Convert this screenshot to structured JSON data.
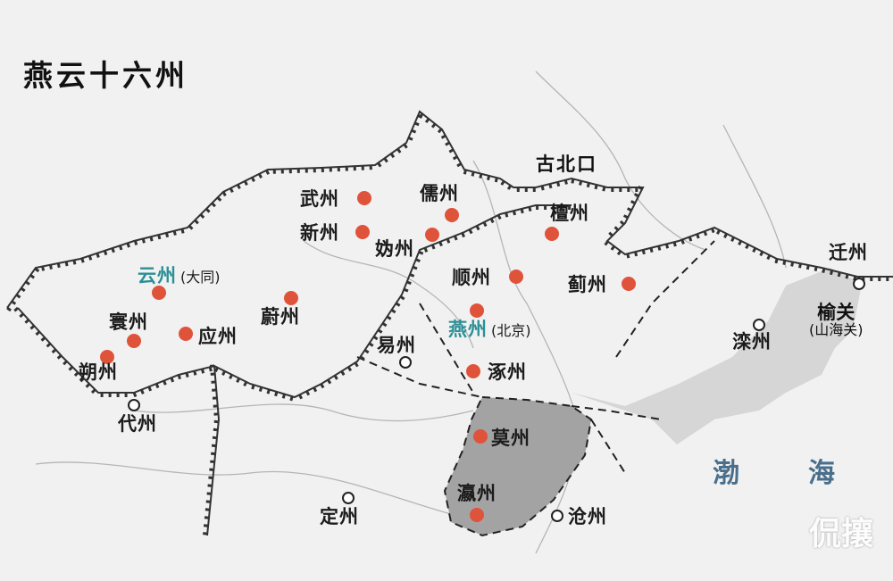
{
  "title": "燕云十六州",
  "colors": {
    "background": "#f1f1f1",
    "prefecture_dot": "#e0533b",
    "highlight_text": "#2b8f95",
    "sea_text": "#4a6f8c",
    "ceded_area": "#9e9e9e",
    "plain_area": "#cdcdcd",
    "great_wall": "#333333"
  },
  "pass": {
    "name": "古北口"
  },
  "sea": {
    "part1": "渤",
    "part2": "海"
  },
  "prefectures_ceded": [
    {
      "name": "武州",
      "note": "",
      "highlight": false
    },
    {
      "name": "儒州",
      "note": "",
      "highlight": false
    },
    {
      "name": "新州",
      "note": "",
      "highlight": false
    },
    {
      "name": "妫州",
      "note": "",
      "highlight": false
    },
    {
      "name": "檀州",
      "note": "",
      "highlight": false
    },
    {
      "name": "云州",
      "note": "(大同)",
      "highlight": true
    },
    {
      "name": "顺州",
      "note": "",
      "highlight": false
    },
    {
      "name": "蓟州",
      "note": "",
      "highlight": false
    },
    {
      "name": "蔚州",
      "note": "",
      "highlight": false
    },
    {
      "name": "燕州",
      "note": "(北京)",
      "highlight": true
    },
    {
      "name": "寰州",
      "note": "",
      "highlight": false
    },
    {
      "name": "应州",
      "note": "",
      "highlight": false
    },
    {
      "name": "朔州",
      "note": "",
      "highlight": false
    },
    {
      "name": "涿州",
      "note": "",
      "highlight": false
    },
    {
      "name": "莫州",
      "note": "",
      "highlight": false
    },
    {
      "name": "瀛州",
      "note": "",
      "highlight": false
    }
  ],
  "other_places": [
    {
      "name": "迁州",
      "note": ""
    },
    {
      "name": "榆关",
      "note": "(山海关)"
    },
    {
      "name": "滦州",
      "note": ""
    },
    {
      "name": "易州",
      "note": ""
    },
    {
      "name": "代州",
      "note": ""
    },
    {
      "name": "定州",
      "note": ""
    },
    {
      "name": "沧州",
      "note": ""
    }
  ],
  "watermark": "侃攘"
}
